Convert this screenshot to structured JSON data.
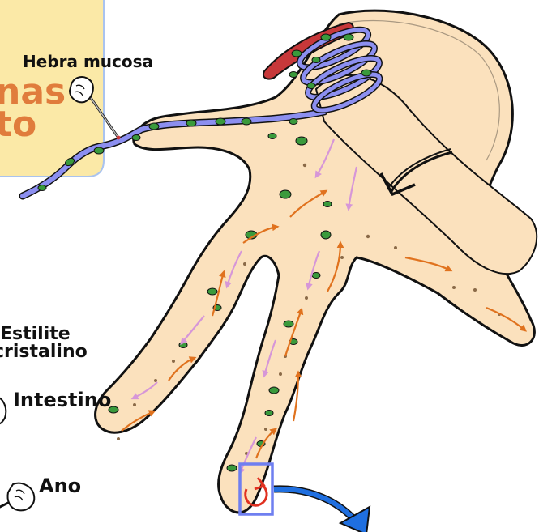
{
  "labels": {
    "mucous_strand": "Hebra mucosa",
    "crystalline_style_line1": "Estilite",
    "crystalline_style_line2": "cristalino",
    "intestine": "Intestino",
    "anus": "Ano"
  },
  "partial_heading": {
    "line1": "nas",
    "line2": "to"
  },
  "colors": {
    "panel_fill": "#fbe9a7",
    "panel_border": "#a9c3ef",
    "title_orange": "#e07c3c",
    "gut_fill": "#fbe1bd",
    "outline": "#111111",
    "mucus_strand": "#8c8ff0",
    "food_particles": "#3a9a3c",
    "flow_arrows_outward": "#e0721e",
    "flow_arrows_inward": "#d696d8",
    "red_tissue": "#c7383a",
    "callout_box": "#6f7ff0",
    "callout_arrow": "#1f6fe0",
    "anus_loop": "#e03020"
  },
  "icons": {
    "probe_hand": "hand-with-probe-icon",
    "rotation_arrow": "rotation-arrow-icon",
    "anus_loop": "circular-arrow-icon"
  }
}
